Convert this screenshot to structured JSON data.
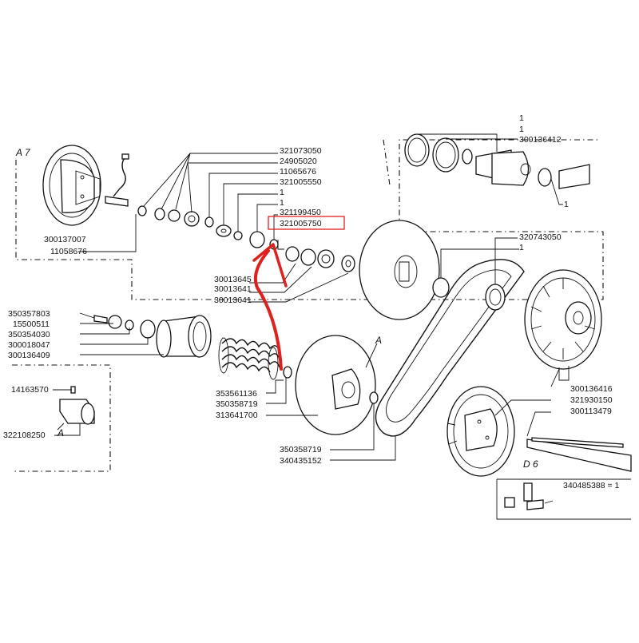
{
  "section_labels": {
    "a7": "A 7",
    "d6": "D 6",
    "a_top": "A",
    "a_left": "A"
  },
  "labels": {
    "p1": "321073050",
    "p2": "24905020",
    "p3": "11065676",
    "p4": "321005550",
    "p5": "1",
    "p6": "1",
    "p7": "321199450",
    "p8": "321005750",
    "p9": "300137007",
    "p10": "11058676",
    "p11": "30013645",
    "p12": "30013641",
    "p13": "30013641",
    "p14": "350357803",
    "p15": "15500511",
    "p16": "350354030",
    "p17": "300018047",
    "p18": "300136409",
    "p19": "14163570",
    "p20": "322108250",
    "p21": "353561136",
    "p22": "350358719",
    "p23": "313641700",
    "p24": "350358719",
    "p25": "340435152",
    "p26": "1",
    "p27": "1",
    "p28": "300136412",
    "p29": "1",
    "p30": "320743050",
    "p31": "1",
    "p32": "300136416",
    "p33": "321930150",
    "p34": "300113479",
    "p35": "340485388 = 1"
  },
  "highlight": {
    "part": "321005750",
    "color": "#e0201c"
  }
}
